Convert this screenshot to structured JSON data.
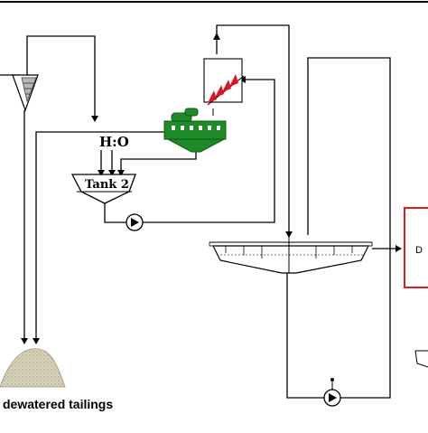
{
  "diagram": {
    "water_label": "H:O",
    "tank_label": "Tank 2",
    "tailings_label": "dewatered tailings",
    "edge_partial_text": "D",
    "colors": {
      "line": "#000000",
      "screen_fill": "#1e8a28",
      "screen_dark": "#0e5a16",
      "spiral": "#d8141e",
      "red_box": "#d81c24",
      "tailings": "#d9d3ba",
      "tailings_dots": "#9c9580",
      "cyclone_fill": "#b8b8b8"
    },
    "icons": [
      "cyclone-icon",
      "dewatering-screen-icon",
      "spiral-classifier-icon",
      "pump-icon",
      "thickener-icon",
      "tailings-pile-icon"
    ]
  }
}
